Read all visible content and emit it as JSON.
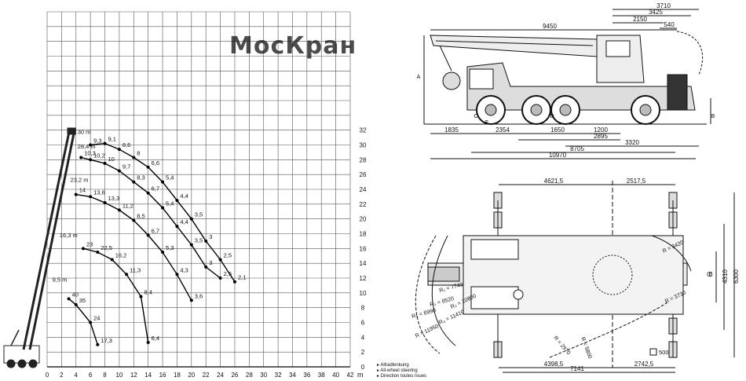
{
  "watermark": {
    "text": "МосКран",
    "color": "#c0392b"
  },
  "load_chart": {
    "x_ticks": [
      "0",
      "2",
      "4",
      "6",
      "8",
      "10",
      "12",
      "14",
      "16",
      "18",
      "20",
      "22",
      "24",
      "26",
      "28",
      "30",
      "32",
      "34",
      "36",
      "38",
      "40",
      "42"
    ],
    "x_unit": "m",
    "y_ticks": [
      "0",
      "2",
      "4",
      "6",
      "8",
      "10",
      "12",
      "14",
      "16",
      "18",
      "20",
      "22",
      "24",
      "26",
      "28",
      "30",
      "32"
    ],
    "boom_length_labels": [
      "30 m",
      "28,4 m",
      "23,2 m",
      "16,3 m",
      "9,5 m"
    ],
    "capacity_values_t": {
      "curve_30m": [
        "9,3",
        "9,1",
        "8,6",
        "8",
        "6,6",
        "5,4",
        "4,4",
        "3,5",
        "3",
        "2,5",
        "2,1"
      ],
      "curve_28_4m": [
        "10,3",
        "10,2",
        "10",
        "9,7",
        "8,3",
        "6,7",
        "5,4",
        "4,4",
        "3,5",
        "3",
        "2,5"
      ],
      "curve_23_2m": [
        "14",
        "13,6",
        "13,3",
        "11,2",
        "8,5",
        "6,7",
        "5,3",
        "4,3",
        "3,6"
      ],
      "curve_16_3m": [
        "23",
        "22,5",
        "16,2",
        "11,3",
        "8,4",
        "6,4"
      ],
      "curve_9_5m": [
        "40",
        "35",
        "24",
        "17,3"
      ]
    }
  },
  "side_view": {
    "dimensions": [
      "3710",
      "3425",
      "2150",
      "540",
      "9450",
      "1835",
      "2354",
      "1650",
      "1200",
      "2895",
      "3320",
      "8705",
      "10970"
    ],
    "letters": [
      "A",
      "B",
      "C",
      "D",
      "E"
    ]
  },
  "top_view": {
    "dimensions": [
      "4621,5",
      "2517,5",
      "4398,5",
      "2742,5",
      "7141",
      "4310",
      "6300"
    ],
    "letters": [
      "B",
      "C"
    ],
    "radii": [
      "R = 3420",
      "R = 3730",
      "R₁ = 7740",
      "R₂ = 10800",
      "R₃ = 8520",
      "R₄ = 11410",
      "R₅ = 8990",
      "R = 11950",
      "R = 5800",
      "R = 2970"
    ],
    "outrigger_pad": "500",
    "legend": [
      "Allradlenkung",
      "All-wheel steering",
      "Direction toutes roues"
    ]
  },
  "colors": {
    "grid": "#555555",
    "curve": "#000000",
    "accent": "#c0392b"
  }
}
